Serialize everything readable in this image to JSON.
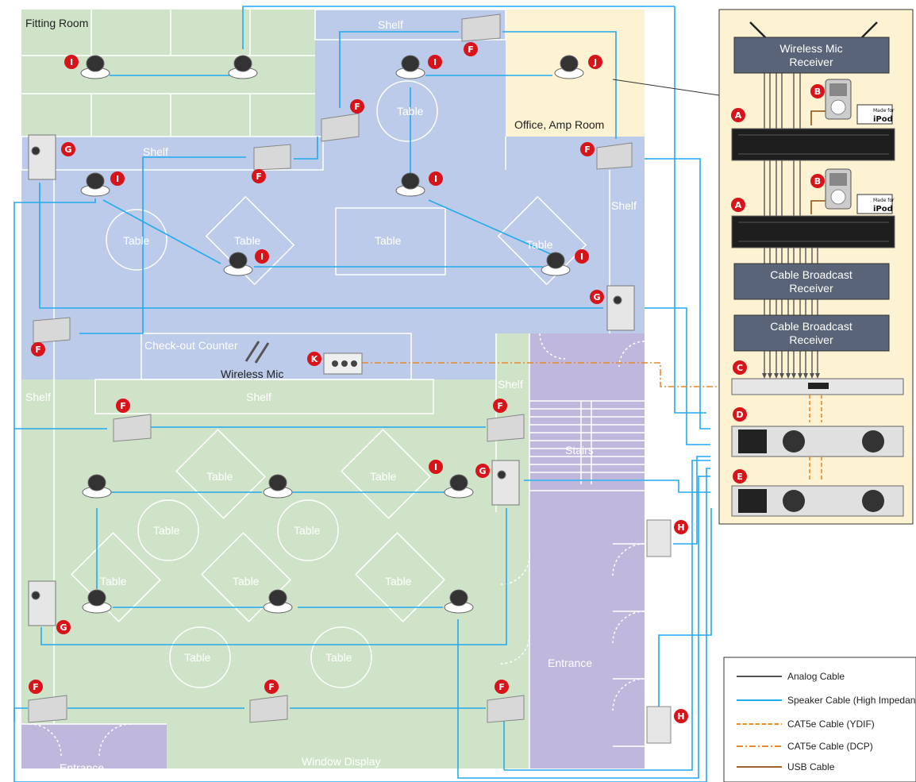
{
  "zones": {
    "fitting_room": "Fitting Room",
    "office": "Office, Amp Room",
    "stairs": "Stairs",
    "entrance": "Entrance",
    "window_display": "Window Display",
    "checkout": "Check-out Counter",
    "shelf": "Shelf",
    "table": "Table"
  },
  "devices": {
    "wireless_mic": "Wireless Mic",
    "wireless_mic_receiver": "Wireless Mic Receiver",
    "cable_broadcast_receiver": "Cable Broadcast Receiver",
    "ipod_small": "Made for",
    "ipod_big": "iPod"
  },
  "markers": [
    "A",
    "B",
    "C",
    "D",
    "E",
    "F",
    "G",
    "H",
    "I",
    "J",
    "K"
  ],
  "legend": [
    {
      "label": "Analog Cable",
      "color": "#555555",
      "style": "solid"
    },
    {
      "label": "Speaker Cable (High Impedance)",
      "color": "#22aaee",
      "style": "solid"
    },
    {
      "label": "CAT5e Cable (YDIF)",
      "color": "#e8892b",
      "style": "dashed"
    },
    {
      "label": "CAT5e Cable (DCP)",
      "color": "#e8892b",
      "style": "dashdot"
    },
    {
      "label": "USB Cable",
      "color": "#a0622a",
      "style": "solid"
    }
  ],
  "colors": {
    "green": "#cfe3c8",
    "blue": "#bccbe9",
    "cream": "#fdf3d2",
    "purple": "#c0b7dc",
    "speaker_cable": "#22aaee",
    "cat5e": "#e8892b",
    "marker": "#d7141a"
  }
}
